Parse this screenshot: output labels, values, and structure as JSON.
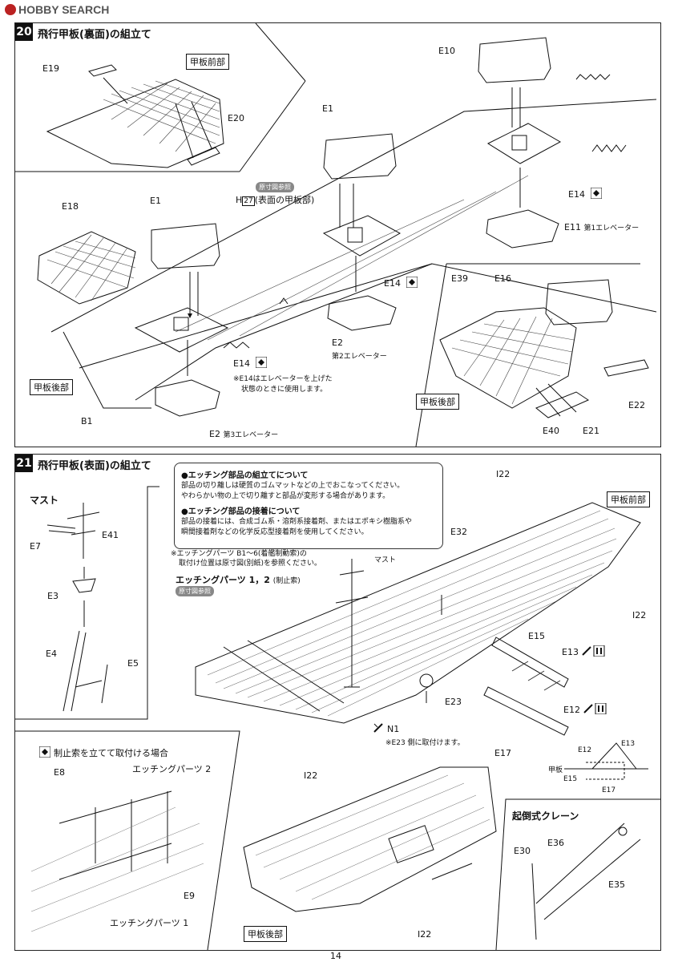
{
  "header": {
    "logo_text": "HOBBY SEARCH"
  },
  "step20": {
    "number": "20",
    "title": "飛行甲板(裏面)の組立て",
    "labels": {
      "e19": "E19",
      "e20": "E20",
      "e10": "E10",
      "e1a": "E1",
      "e1b": "E1",
      "e18": "E18",
      "e14a": "E14",
      "e14b": "E14",
      "e14c": "E14",
      "e11": "E11",
      "e11_note": "第1エレベーター",
      "e2a": "E2",
      "e2a_note": "第2エレベーター",
      "e2b": "E2",
      "e2b_note": "第3エレベーター",
      "b1": "B1",
      "e39": "E39",
      "e16": "E16",
      "e22": "E22",
      "e40": "E40",
      "e21": "E21",
      "h27_prefix": "H",
      "h27_num": "27",
      "h27_note": "(表面の甲板部)",
      "ref_tag": "原寸図参照",
      "e14_note_1": "※E14はエレベーターを上げた",
      "e14_note_2": "状態のときに使用します。"
    },
    "boxes": {
      "front": "甲板前部",
      "rear": "甲板後部",
      "rear_inset": "甲板後部"
    }
  },
  "step21": {
    "number": "21",
    "title": "飛行甲板(表面)の組立て",
    "mast_title": "マスト",
    "labels": {
      "e7": "E7",
      "e41": "E41",
      "e3": "E3",
      "e4": "E4",
      "e5": "E5",
      "i22a": "I22",
      "i22b": "I22",
      "i22c": "I22",
      "i22d": "I22",
      "e32": "E32",
      "mast": "マスト",
      "e15": "E15",
      "e13": "E13",
      "e12": "E12",
      "e17": "E17",
      "e23": "E23",
      "n1": "N1",
      "n1_note": "※E23 側に取付けます。",
      "d_e12": "E12",
      "d_e13": "E13",
      "d_e15": "E15",
      "d_e17": "E17",
      "d_deck": "甲板",
      "e8": "E8",
      "e9": "E9",
      "e30": "E30",
      "e36": "E36",
      "e35": "E35"
    },
    "boxes": {
      "front": "甲板前部",
      "rear": "甲板後部"
    },
    "etching_title": "エッチングパーツ 1，2",
    "etching_sub": "(制止索)",
    "ref_tag": "原寸図参照",
    "etching_note_1": "※エッチングパーツ B1～6(着艦制動索)の",
    "etching_note_2": "取付け位置は原寸図(別紙)を参照ください。",
    "inset_title": "制止索を立てて取付ける場合",
    "inset_etch2": "エッチングパーツ 2",
    "inset_etch1": "エッチングパーツ 1",
    "crane_title": "起倒式クレーン",
    "notes": {
      "h1": "●エッチング部品の組立てについて",
      "p1a": "部品の切り離しは硬質のゴムマットなどの上でおこなってください。",
      "p1b": "やわらかい物の上で切り離すと部品が変形する場合があります。",
      "h2": "●エッチング部品の接着について",
      "p2a": "部品の接着には、合成ゴム系・溶剤系接着剤、またはエポキシ樹脂系や",
      "p2b": "瞬間接着剤などの化学反応型接着剤を使用してください。"
    }
  },
  "footer": {
    "page_number": "14"
  },
  "colors": {
    "ink": "#111111",
    "tag_gray": "#888888",
    "logo_red": "#bb2222"
  }
}
